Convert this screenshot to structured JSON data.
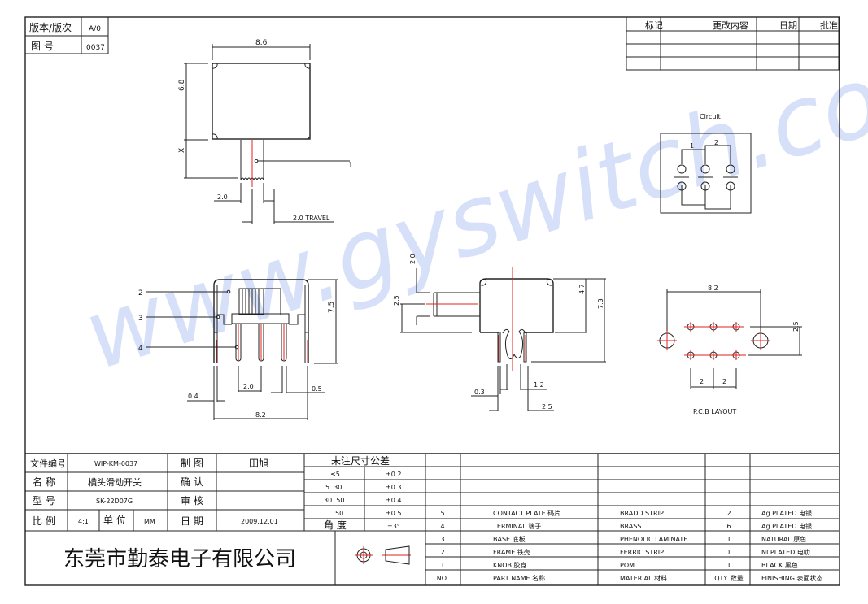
{
  "header": {
    "version_label": "版本/版次",
    "version_value": "A/0",
    "drawing_no_label": "图 号",
    "drawing_no_value": "0037"
  },
  "revision_table": {
    "headers": [
      "标记",
      "更改内容",
      "日期",
      "批准"
    ]
  },
  "watermark": "www.gyswitch.com",
  "top_view": {
    "width": "8.6",
    "height": "6.8",
    "x_dim": "X",
    "callout": "1",
    "knob_width": "2.0",
    "travel": "2.0 TRAVEL"
  },
  "front_view": {
    "callouts": [
      "2",
      "3",
      "4"
    ],
    "height": "7.5",
    "pitch": "2.0",
    "pin_width": "0.4",
    "pin_width2": "0.5",
    "span": "8.2"
  },
  "side_view": {
    "knob_len": "2.0",
    "knob_dia": "2.5",
    "body_h": "4.7",
    "total_h": "7.3",
    "t1": "0.3",
    "t2": "1.2",
    "t3": "2.5"
  },
  "circuit": {
    "title": "Circuit",
    "pole1": "1",
    "pole2": "2"
  },
  "pcb": {
    "title": "P.C.B LAYOUT",
    "span": "8.2",
    "row_gap": "2.5",
    "pitch1": "2",
    "pitch2": "2"
  },
  "title_block": {
    "file_no_label": "文件编号",
    "file_no": "WIP-KM-0037",
    "name_label": "名 称",
    "name": "横头滑动开关",
    "model_label": "型 号",
    "model": "SK-22D07G",
    "scale_label": "比 例",
    "scale": "4:1",
    "unit_label": "单 位",
    "unit": "MM",
    "drawn_label": "制 图",
    "drawn": "田旭",
    "checked_label": "确 认",
    "checked": "",
    "approved_label": "审 核",
    "approved": "",
    "date_label": "日 期",
    "date": "2009.12.01",
    "company": "东莞市勤泰电子有限公司",
    "tolerance": {
      "title": "未注尺寸公差",
      "rows": [
        [
          "≤5",
          "±0.2"
        ],
        [
          "5  30",
          "±0.3"
        ],
        [
          "30  50",
          "±0.4"
        ],
        [
          "50",
          "±0.5"
        ],
        [
          "角 度",
          "±3°"
        ]
      ]
    }
  },
  "bom": {
    "headers": [
      "NO.",
      "PART  NAME 名称",
      "MATERIAL 材料",
      "QTY. 数量",
      "FINISHING 表面状态"
    ],
    "rows": [
      [
        "5",
        "CONTACT PLATE 码片",
        "BRADD STRIP",
        "2",
        "Ag PLATED 电银"
      ],
      [
        "4",
        "TERMINAL 端子",
        "BRASS",
        "6",
        "Ag PLATED 电银"
      ],
      [
        "3",
        "BASE 底板",
        "PHENOLIC LAMINATE",
        "1",
        "NATURAL 原色"
      ],
      [
        "2",
        "FRAME 铁壳",
        "FERRIC STRIP",
        "1",
        "NI PLATED 电叻"
      ],
      [
        "1",
        "KNOB 胶身",
        "POM",
        "1",
        "BLACK 黑色"
      ]
    ]
  }
}
